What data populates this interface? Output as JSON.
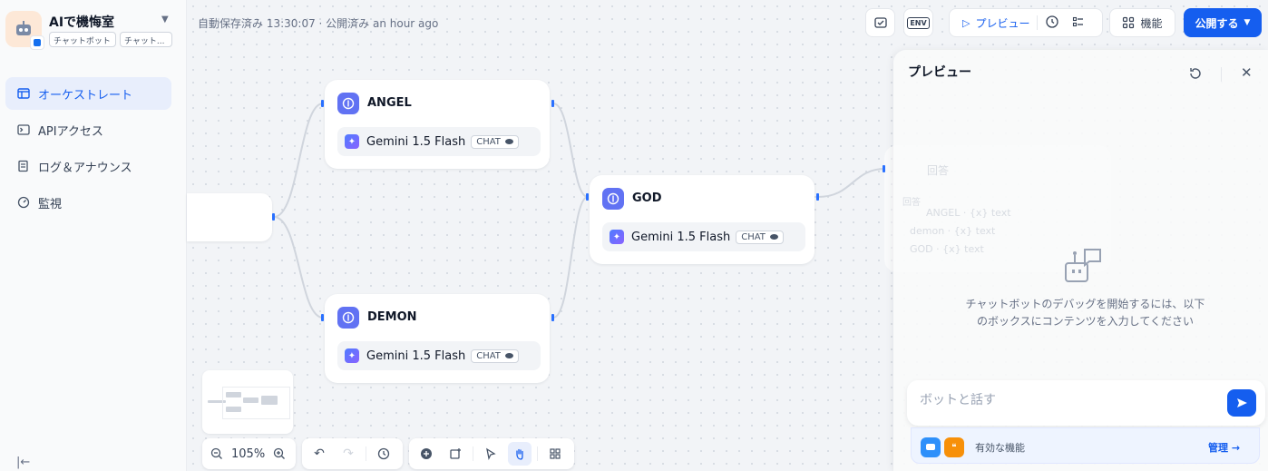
{
  "sidebar": {
    "app_name": "AIで機悔室",
    "tags": [
      "チャットボット",
      "チャット..."
    ],
    "nav": [
      {
        "label": "オーケストレート",
        "icon": "layout-icon",
        "active": true
      },
      {
        "label": "APIアクセス",
        "icon": "terminal-icon",
        "active": false
      },
      {
        "label": "ログ＆アナウンス",
        "icon": "log-icon",
        "active": false
      },
      {
        "label": "監視",
        "icon": "gauge-icon",
        "active": false
      }
    ]
  },
  "header": {
    "autosave": "自動保存済み 13:30:07 · 公開済み an hour ago",
    "env_label": "ENV",
    "preview_label": "プレビュー",
    "features_label": "機能",
    "publish_label": "公開する"
  },
  "nodes": [
    {
      "title": "ANGEL",
      "model": "Gemini 1.5 Flash",
      "mode": "CHAT"
    },
    {
      "title": "GOD",
      "model": "Gemini 1.5 Flash",
      "mode": "CHAT"
    },
    {
      "title": "DEMON",
      "model": "Gemini 1.5 Flash",
      "mode": "CHAT"
    }
  ],
  "answer_node": {
    "title": "回答",
    "sub": "回答",
    "lines": [
      "ANGEL · {x} text",
      "demon · {x} text",
      "GOD · {x} text"
    ]
  },
  "toolbar": {
    "zoom": "105%"
  },
  "preview": {
    "title": "プレビュー",
    "empty_text": "チャットボットのデバッグを開始するには、以下のボックスにコンテンツを入力してください",
    "input_placeholder": "ボットと話す",
    "features_label": "有効な機能",
    "manage_label": "管理 →"
  },
  "colors": {
    "accent": "#155eef",
    "node_icon": "#6172f3",
    "edge": "#d0d5dd"
  }
}
